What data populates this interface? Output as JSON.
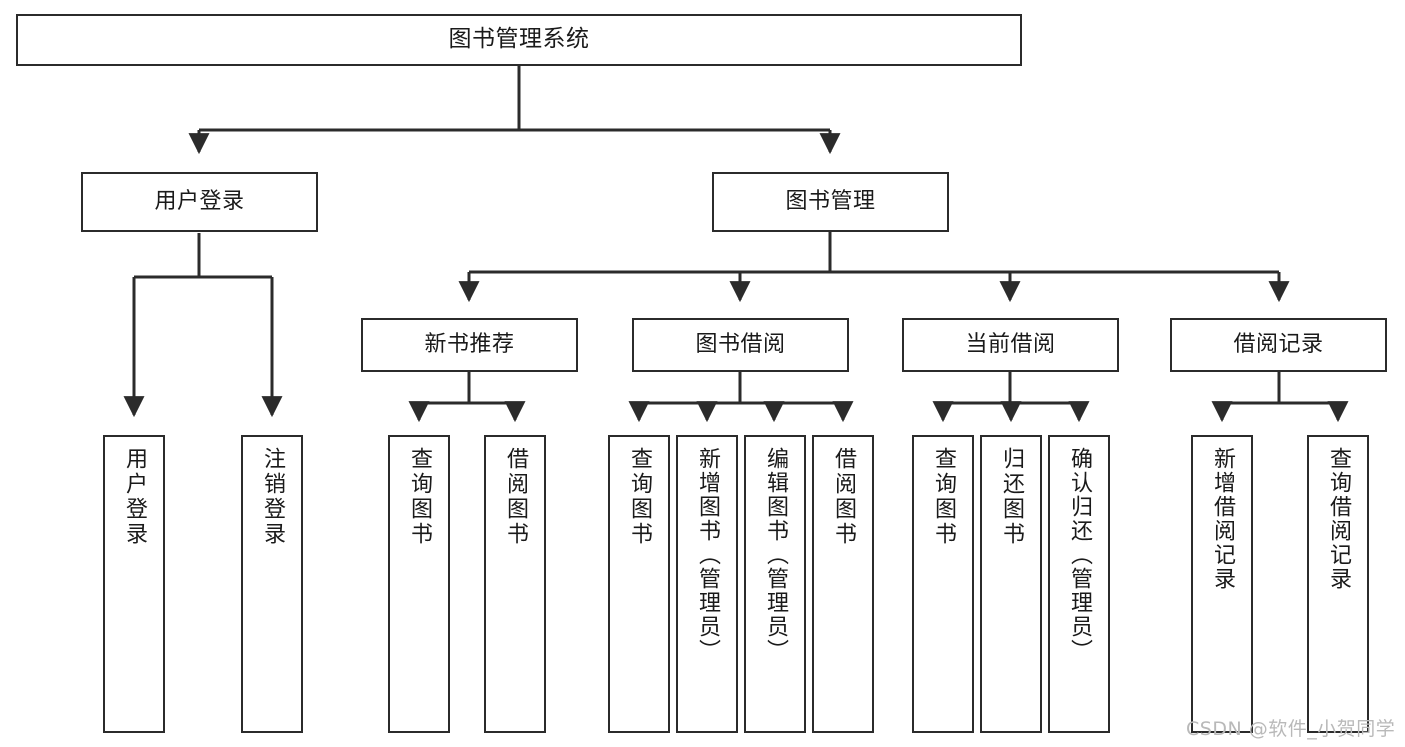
{
  "diagram": {
    "type": "hierarchy-tree",
    "title": "图书管理系统",
    "watermark": "CSDN @软件_小贺同学",
    "colors": {
      "box_border": "#2b2b2b",
      "box_fill": "#ffffff",
      "connector": "#2b2b2b",
      "text": "#1a1a1a",
      "watermark": "#b9b9b9",
      "background": "#ffffff"
    },
    "root": {
      "label": "图书管理系统"
    },
    "level2": [
      {
        "label": "用户登录"
      },
      {
        "label": "图书管理"
      }
    ],
    "level3": [
      {
        "label": "新书推荐"
      },
      {
        "label": "图书借阅"
      },
      {
        "label": "当前借阅"
      },
      {
        "label": "借阅记录"
      }
    ],
    "leaves": {
      "user_login": [
        {
          "label": "用户登录"
        },
        {
          "label": "注销登录"
        }
      ],
      "new_book_recommend": [
        {
          "label": "查询图书"
        },
        {
          "label": "借阅图书"
        }
      ],
      "book_borrow": [
        {
          "label": "查询图书"
        },
        {
          "label": "新增图书（管理员）"
        },
        {
          "label": "编辑图书（管理员）"
        },
        {
          "label": "借阅图书"
        }
      ],
      "current_borrow": [
        {
          "label": "查询图书"
        },
        {
          "label": "归还图书"
        },
        {
          "label": "确认归还（管理员）"
        }
      ],
      "borrow_record": [
        {
          "label": "新增借阅记录"
        },
        {
          "label": "查询借阅记录"
        }
      ]
    }
  }
}
